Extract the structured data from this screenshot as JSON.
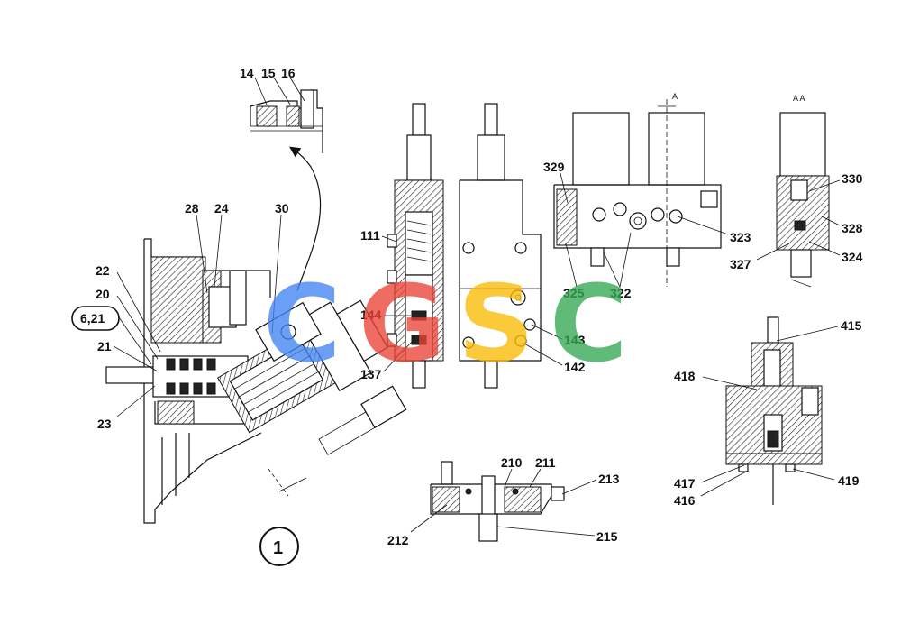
{
  "watermark": {
    "letters": [
      "C",
      "G",
      "S",
      "C"
    ],
    "colors": [
      "#4285F4",
      "#EA4335",
      "#FBBC05",
      "#34A853"
    ]
  },
  "callouts": {
    "c14": "14",
    "c15": "15",
    "c16": "16",
    "c28": "28",
    "c24": "24",
    "c30": "30",
    "c22": "22",
    "c20": "20",
    "c621": "6,21",
    "c21": "21",
    "c23": "23",
    "c111": "111",
    "c144": "144",
    "c137": "137",
    "c143": "143",
    "c142": "142",
    "c329": "329",
    "c325": "325",
    "c322": "322",
    "c323": "323",
    "c330": "330",
    "c328": "328",
    "c327": "327",
    "c324": "324",
    "c415": "415",
    "c418": "418",
    "c417": "417",
    "c416": "416",
    "c419": "419",
    "c210": "210",
    "c211": "211",
    "c213": "213",
    "c212": "212",
    "c215": "215"
  },
  "view_marks": {
    "section_a": "A",
    "section_aa": "A A"
  },
  "figure_number": "1"
}
